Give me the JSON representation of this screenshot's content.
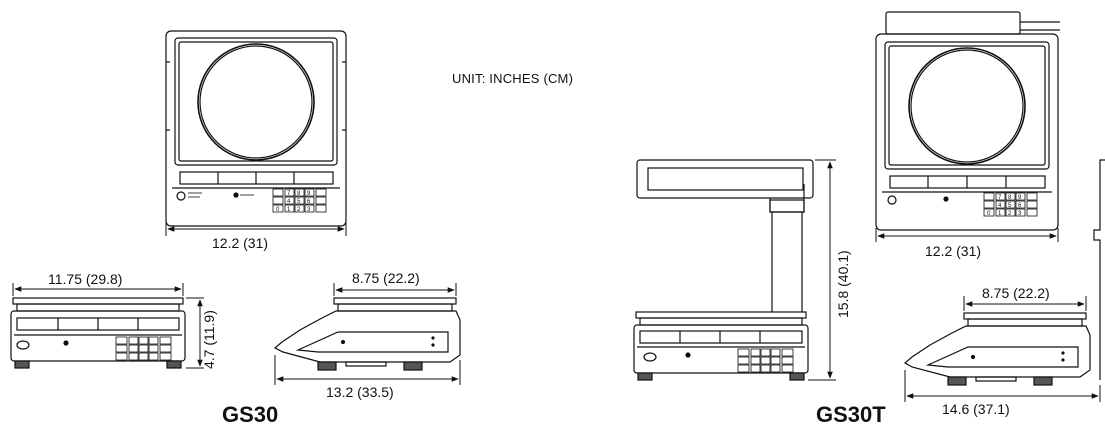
{
  "unit_label": "UNIT:  INCHES  (CM)",
  "models": {
    "gs30": "GS30",
    "gs30t": "GS30T"
  },
  "dimensions": {
    "gs30_top_width": "12.2  (31)",
    "gs30_front_width": "11.75  (29.8)",
    "gs30_front_height": "4.7  (11.9)",
    "gs30_side_depth": "8.75  (22.2)",
    "gs30_side_length": "13.2  (33.5)",
    "gs30t_top_width": "12.2  (31)",
    "gs30t_pole_height": "15.8  (40.1)",
    "gs30t_side_depth": "8.75  (22.2)",
    "gs30t_side_length": "14.6  (37.1)"
  },
  "keypad": {
    "rows": [
      [
        "7",
        "8",
        "9"
      ],
      [
        "4",
        "5",
        "6"
      ],
      [
        "1",
        "2",
        "3"
      ]
    ],
    "zero": "0"
  }
}
